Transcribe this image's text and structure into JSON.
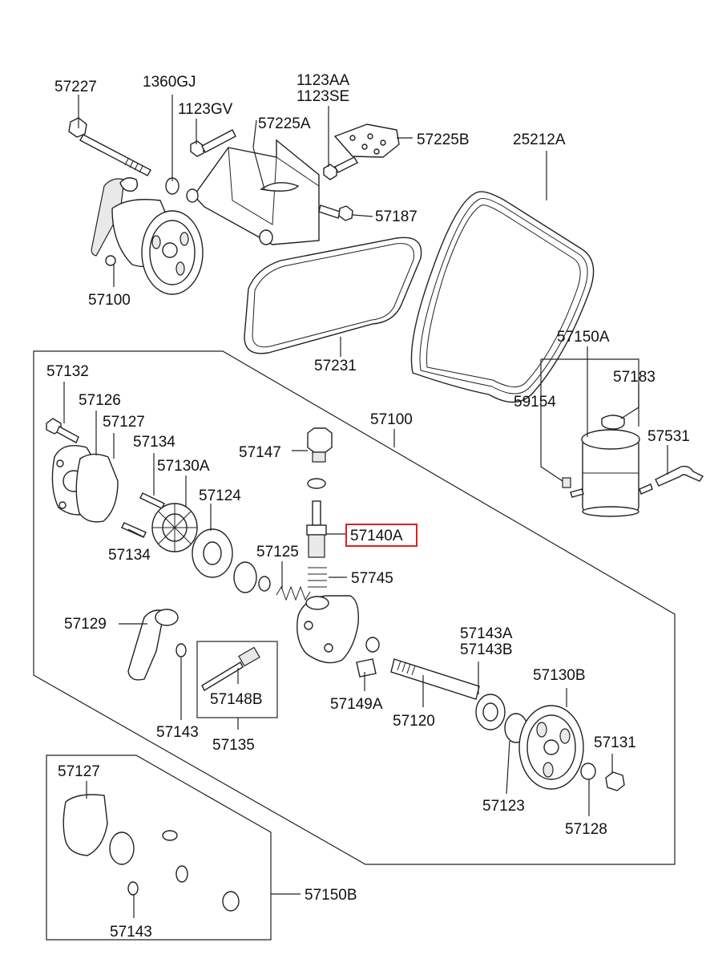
{
  "labels": {
    "l57227": "57227",
    "l1360GJ": "1360GJ",
    "l1123GV": "1123GV",
    "l1123AA": "1123AA",
    "l1123SE": "1123SE",
    "l57225A": "57225A",
    "l57225B": "57225B",
    "l25212A": "25212A",
    "l57187": "57187",
    "l57100_top": "57100",
    "l57231": "57231",
    "l57150A": "57150A",
    "l57183": "57183",
    "l59154": "59154",
    "l57531": "57531",
    "l57132": "57132",
    "l57126": "57126",
    "l57127_a": "57127",
    "l57134_a": "57134",
    "l57130A": "57130A",
    "l57124": "57124",
    "l57134_b": "57134",
    "l57100_box": "57100",
    "l57147": "57147",
    "l57140A": "57140A",
    "l57125": "57125",
    "l57745": "57745",
    "l57129": "57129",
    "l57143A": "57143A",
    "l57143B": "57143B",
    "l57130B": "57130B",
    "l57148B": "57148B",
    "l57149A": "57149A",
    "l57120": "57120",
    "l57143_a": "57143",
    "l57135": "57135",
    "l57131": "57131",
    "l57123": "57123",
    "l57128": "57128",
    "l57127_b": "57127",
    "l57150B": "57150B",
    "l57143_b": "57143"
  },
  "highlight": {
    "color": "#e02020",
    "part": "57140A"
  }
}
